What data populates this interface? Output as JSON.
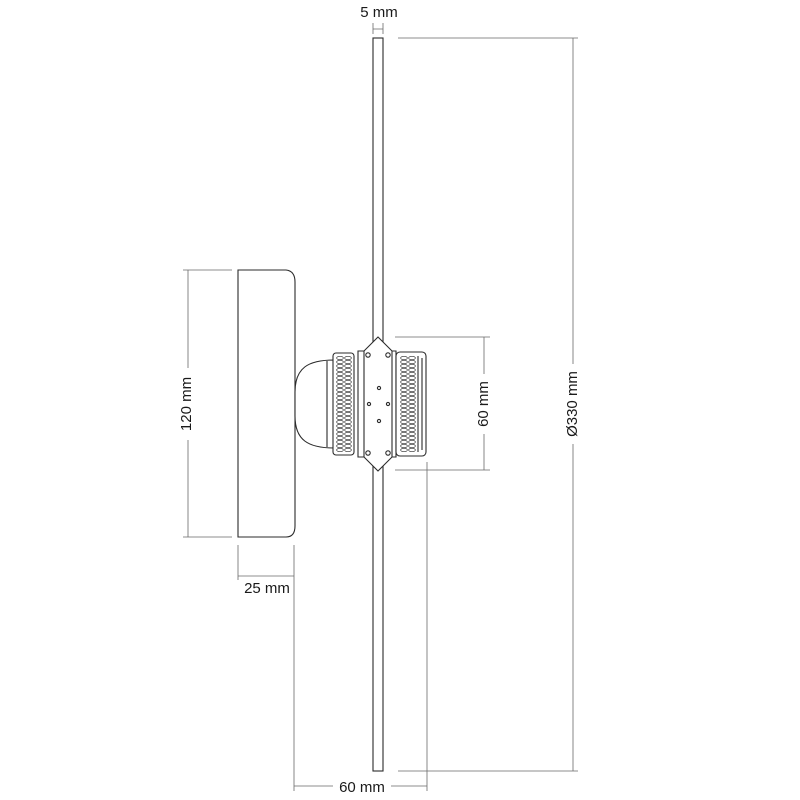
{
  "dimensions": {
    "disc_thickness": "5 mm",
    "disc_diameter": "Ø330 mm",
    "plate_height": "120 mm",
    "plate_depth": "25 mm",
    "projection": "60 mm",
    "socket_height": "60 mm"
  },
  "colors": {
    "outline": "#2b2b2b",
    "dimension_line": "#6a6a6a",
    "background": "#ffffff"
  }
}
